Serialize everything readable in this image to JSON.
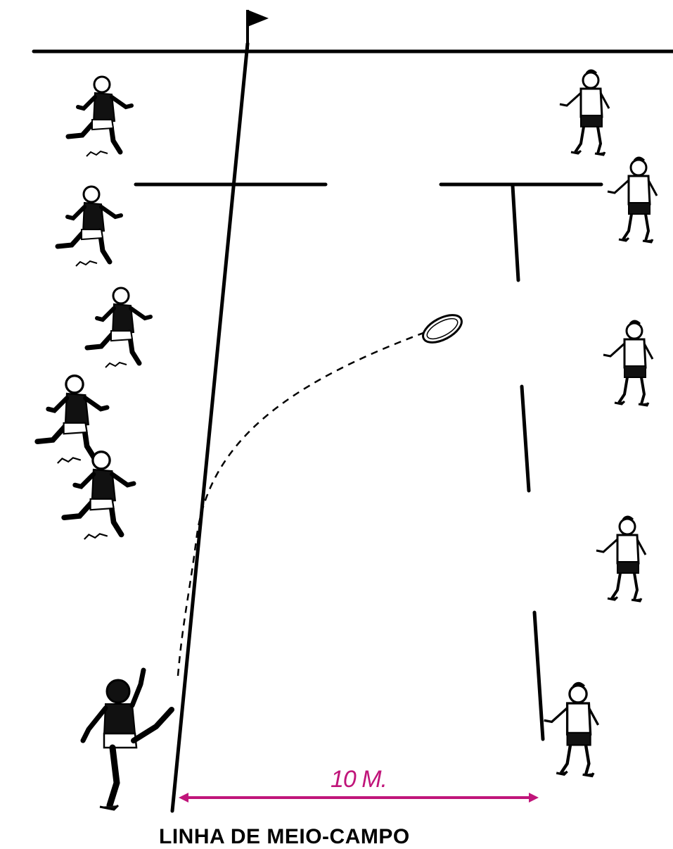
{
  "labels": {
    "distance": "10 M.",
    "halfway_line": "LINHA DE MEIO-CAMPO"
  },
  "colors": {
    "ink": "#000000",
    "dimension": "#c0157a",
    "shirt_light": "#ffffff"
  },
  "figures": {
    "kicking_team": "dark shirts",
    "receiving_team": "light shirts"
  }
}
